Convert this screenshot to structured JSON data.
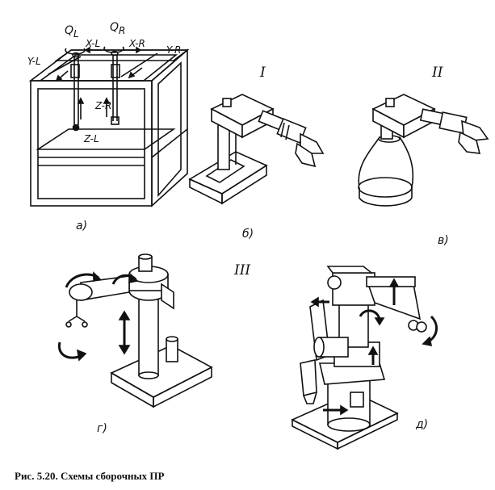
{
  "figure": {
    "caption": "Рис. 5.20. Схемы сборочных ПР",
    "panel_labels": {
      "a": "а)",
      "b": "б)",
      "v": "в)",
      "g": "г)",
      "d": "д)"
    },
    "roman_labels": {
      "one": "I",
      "two": "II",
      "three": "III"
    },
    "axis_labels": {
      "q_left": "Q",
      "q_left_sub": "L",
      "q_right": "Q",
      "q_right_sub": "R",
      "x_left": "X-L",
      "x_right": "X-R",
      "y_left": "Y-L",
      "y_right": "Y-R",
      "z_left": "Z-L",
      "z_right": "Z-R"
    }
  }
}
